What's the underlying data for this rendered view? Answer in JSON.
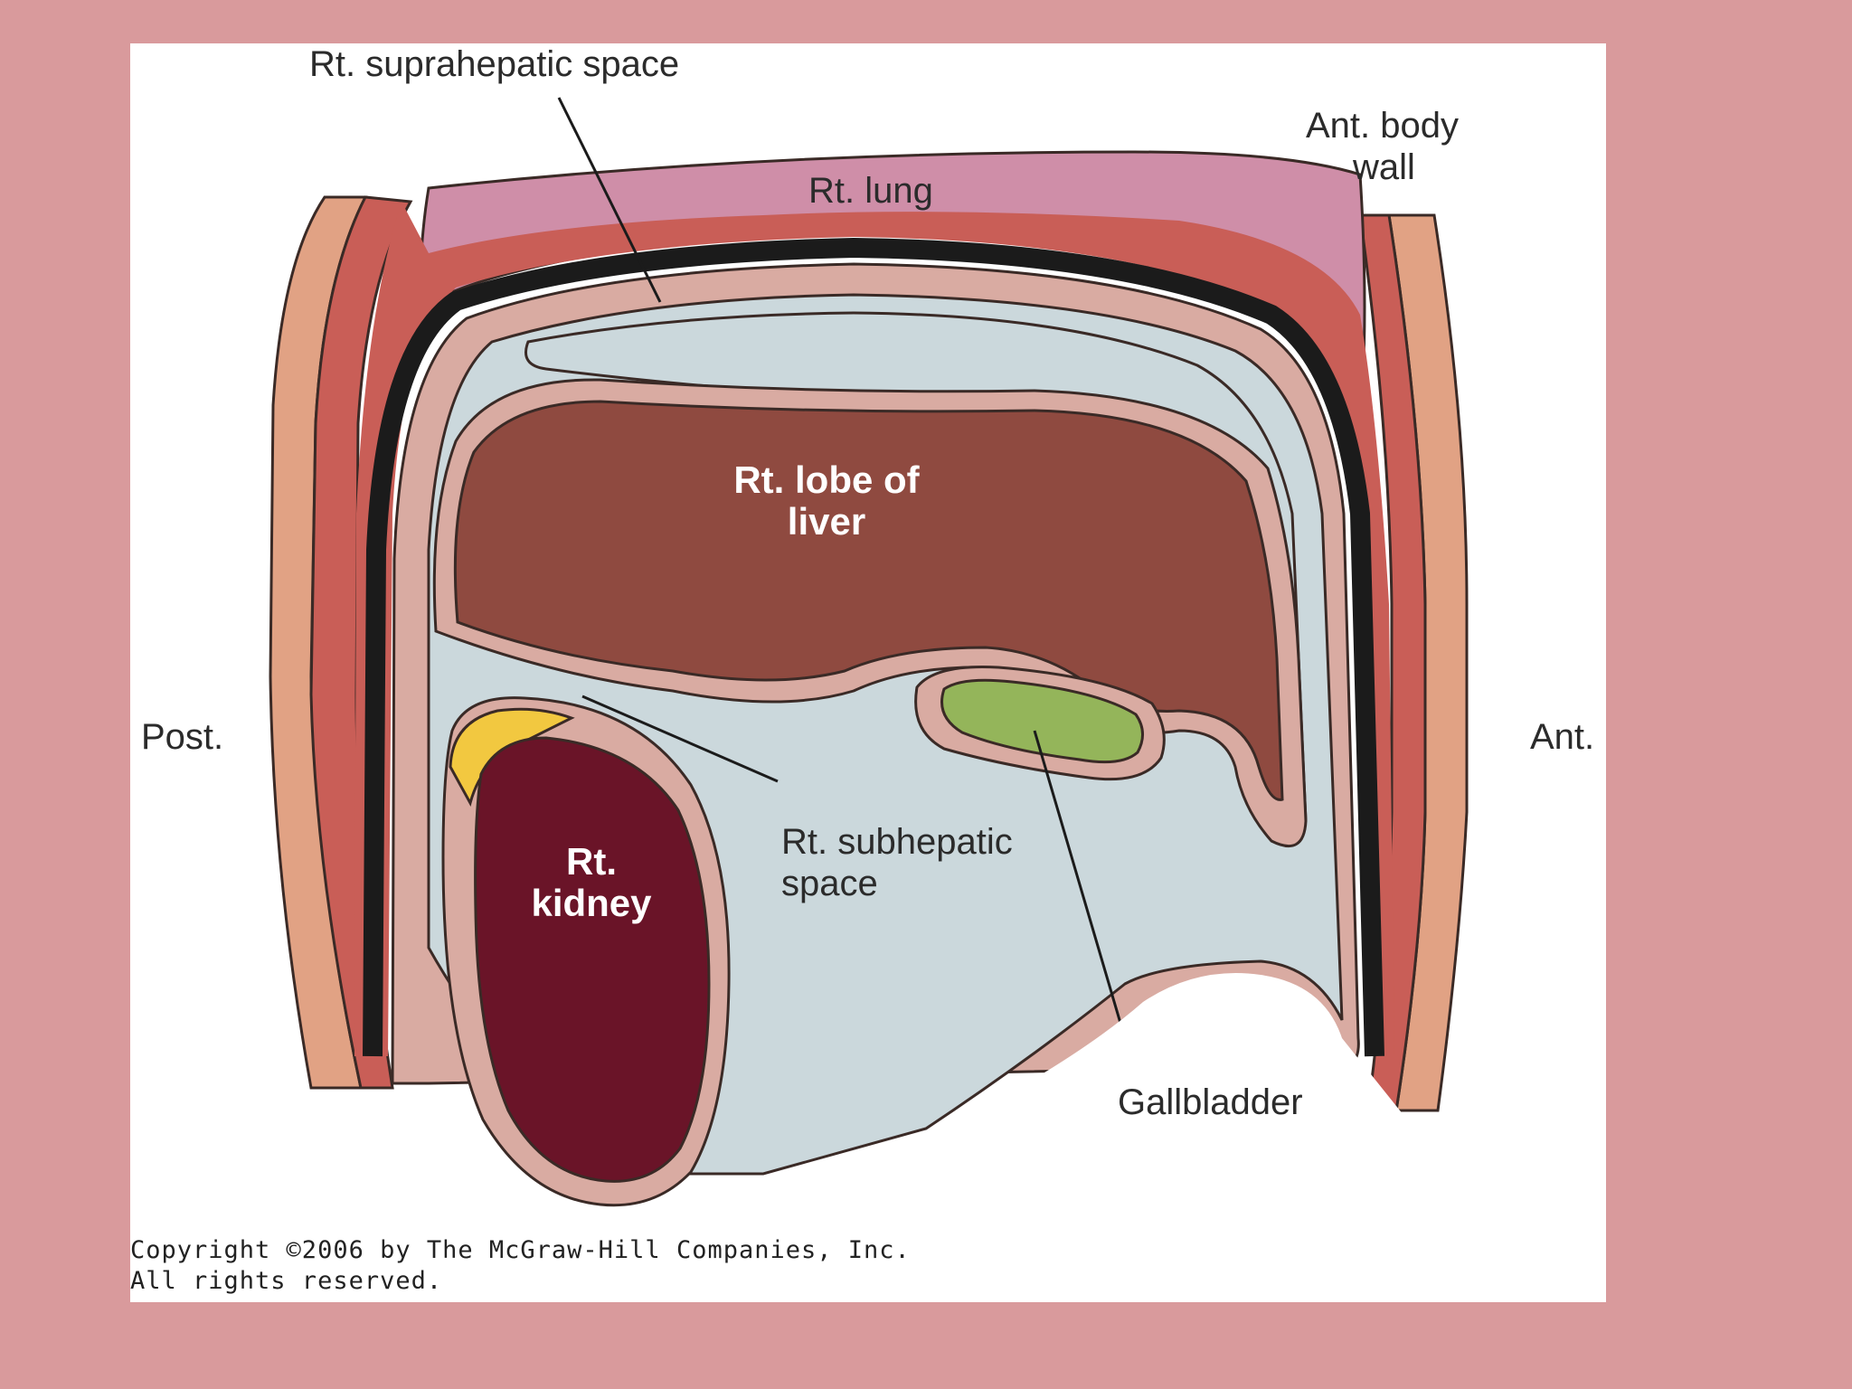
{
  "labels": {
    "suprahepatic": "Rt. suprahepatic space",
    "ant_body_wall_1": "Ant. body",
    "ant_body_wall_2": "wall",
    "lung": "Rt. lung",
    "liver_1": "Rt. lobe of",
    "liver_2": "liver",
    "post": "Post.",
    "ant": "Ant.",
    "kidney_1": "Rt.",
    "kidney_2": "kidney",
    "subhepatic_1": "Rt. subhepatic",
    "subhepatic_2": "space",
    "gallbladder": "Gallbladder"
  },
  "copyright": {
    "line1": "Copyright ©2006 by The McGraw-Hill Companies, Inc.",
    "line2": "All rights reserved."
  },
  "colors": {
    "page_bg": "#d99a9c",
    "body_wall": "#e1a284",
    "muscle": "#c95e57",
    "diaphragm": "#1b1b1b",
    "lung": "#cf8ea8",
    "peritoneum": "#d9aba2",
    "space": "#cbd8dc",
    "liver": "#8f4a40",
    "kidney": "#6a1428",
    "fat": "#f2c840",
    "gallbladder": "#94b55a"
  }
}
